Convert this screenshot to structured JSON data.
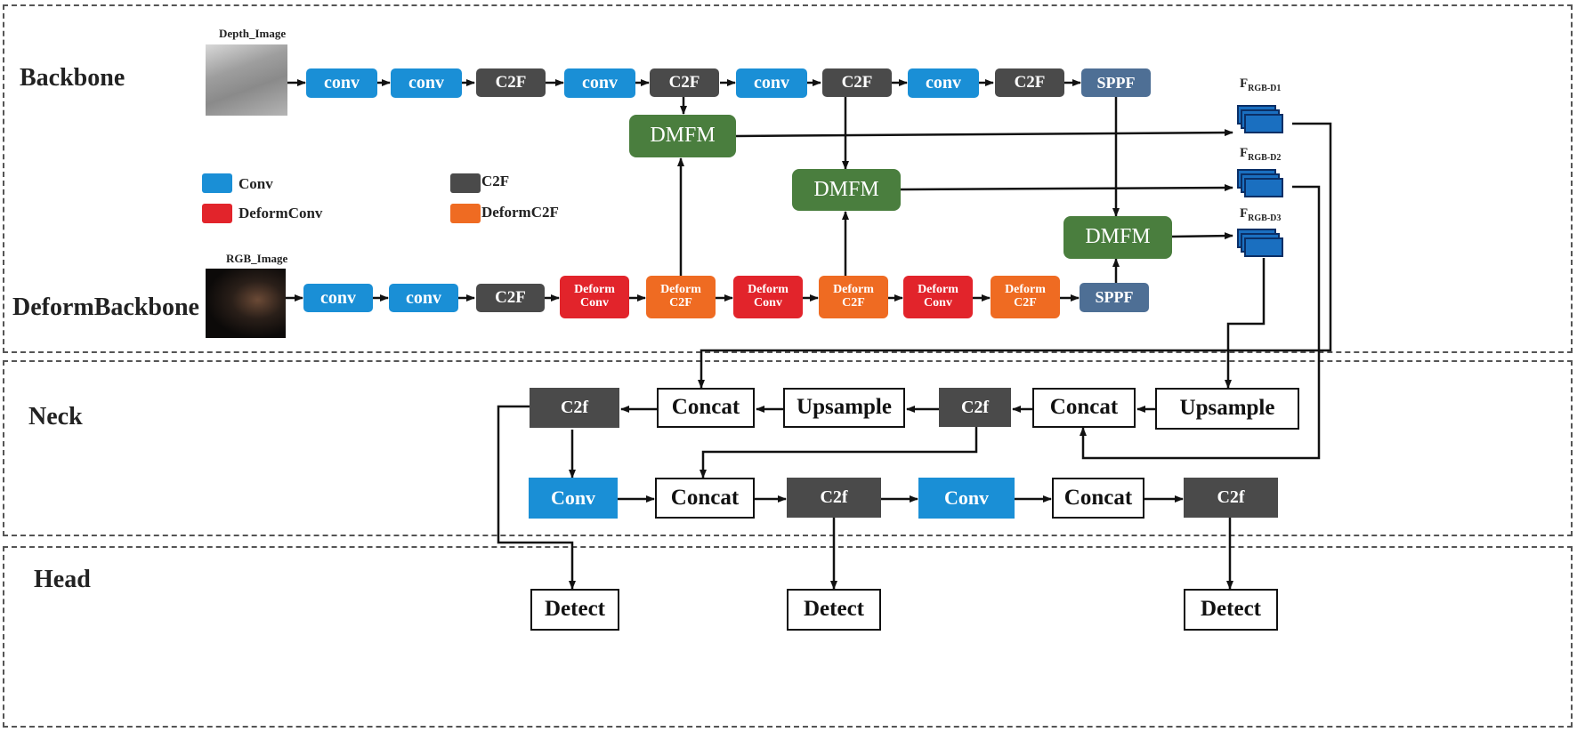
{
  "sections": {
    "backbone": "Backbone",
    "deform_backbone": "DeformBackbone",
    "neck": "Neck",
    "head": "Head"
  },
  "images": {
    "depth_label": "Depth_Image",
    "rgb_label": "RGB_Image"
  },
  "backbone": [
    "conv",
    "conv",
    "C2F",
    "conv",
    "C2F",
    "conv",
    "C2F",
    "conv",
    "C2F",
    "SPPF"
  ],
  "deform_backbone": [
    "conv",
    "conv",
    "C2F",
    "Deform\nConv",
    "Deform\nC2F",
    "Deform\nConv",
    "Deform\nC2F",
    "Deform\nConv",
    "Deform\nC2F",
    "SPPF"
  ],
  "fusion": [
    "DMFM",
    "DMFM",
    "DMFM"
  ],
  "legend": {
    "conv": "Conv",
    "c2f": "C2F",
    "deform_conv": "DeformConv",
    "deform_c2f": "DeformC2F"
  },
  "features": [
    {
      "base": "F",
      "sub": "RGB-D1"
    },
    {
      "base": "F",
      "sub": "RGB-D2"
    },
    {
      "base": "F",
      "sub": "RGB-D3"
    }
  ],
  "neck": {
    "row1": [
      "C2f",
      "Concat",
      "Upsample",
      "C2f",
      "Concat",
      "Upsample"
    ],
    "row2": [
      "Conv",
      "Concat",
      "C2f",
      "Conv",
      "Concat",
      "C2f"
    ]
  },
  "head": [
    "Detect",
    "Detect",
    "Detect"
  ],
  "colors": {
    "conv": "#1a8fd6",
    "c2f": "#4a4a4a",
    "sppf": "#4e6f95",
    "deform_conv": "#e2242b",
    "deform_c2f": "#ef6b22",
    "dmfm": "#4a7e3e"
  }
}
